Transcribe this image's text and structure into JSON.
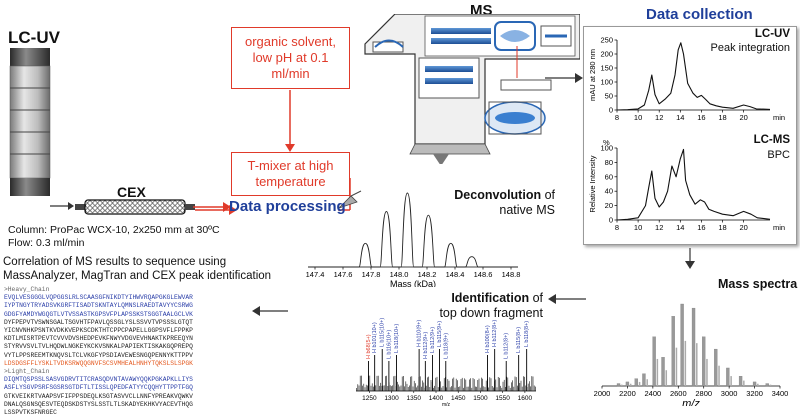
{
  "lcuv_block": {
    "title": "LC-UV",
    "column_label": "Column: ProPac WCX-10, 2x250 mm at 30ºC",
    "flow_label": "Flow: 0.3 ml/min"
  },
  "cex_label": "CEX",
  "solvent_box": "organic solvent, low pH at 0.1 ml/min",
  "tmixer_box": "T-mixer at high temperature",
  "ms_label": "MS",
  "data_collection": {
    "title": "Data collection",
    "lcuv": {
      "title": "LC-UV",
      "subtitle": "Peak integration"
    },
    "lcms": {
      "title": "LC-MS",
      "subtitle": "BPC"
    }
  },
  "mass_spectra_label": "Mass spectra",
  "data_processing": {
    "title": "Data processing"
  },
  "deconvolution": {
    "bold": "Deconvolution",
    "rest": " of",
    "line2": "native MS"
  },
  "identification": {
    "bold": "Identification",
    "rest": " of",
    "line2": "top down fragment"
  },
  "correlation": {
    "line1": "Correlation of MS results to sequence using",
    "line2": "MassAnalyzer, MagTran and CEX peak identification"
  },
  "sequence": {
    "heavy_header": ">Heavy_Chain",
    "light_header": ">Light_Chain",
    "heavy_lines": [
      "EVQLVESGGGLVQPGGSLRLSCAASGFNIKDTYIHWVRQAPGKGLEWVAR",
      "IYPTNGYTRYADSVKGRFTISADTSKNTAYLQMNSLRAEDTAVYYCSRWG",
      "GDGFYAMDYWGQGTLVTVSSASTKGPSVFPLAPSSKSTSGGTAALGCLVK",
      "DYFPEPVTVSWNSGALTSGVHTFPAVLQSSGLYSLSSVVTVPSSSLGTQT",
      "YICNVNHKPSNTKVDKKVEPKSCDKTHTCPPCPAPELLGGPSVFLFPPKP",
      "KDTLMISRTPEVTCVVVDVSHEDPEVKFNWYVDGVEVHNAKTKPREEQYN",
      "STYRVVSVLTVLHQDWLNGKEYKCKVSNKALPAPIEKTISKAKGQPREPQ",
      "VYTLPPSREEMTKNQVSLTCLVKGFYPSDIAVEWESNGQPENNYKTTPPV",
      "LDSDGSFFLYSKLTVDKSRWQQGNVFSCSVMHEALHNHYTQKSLSLSPGK"
    ],
    "light_lines": [
      "DIQMTQSPSSLSASVGDRVTITCRASQDVNTAVAWYQQKPGKAPKLLIYS",
      "ASFLYSGVPSRFSGSRSGTDFTLTISSLQPEDFATYYCQQHYTTPPTFGQ",
      "GTKVEIKRTVAAPSVFIFPPSDEQLKSGTASVVCLLNNFYPREAKVQWKV",
      "DNALQSGNSQESVTEQDSKDSTYSLSSTLTLSKADYEKHKVYACEVTHQG",
      "LSSPVTKSFNRGEC"
    ]
  },
  "chart_data": [
    {
      "type": "line",
      "title": "LC-UV",
      "xlabel": "min",
      "ylabel": "mAU at 280 nm",
      "x_ticks": [
        8,
        10,
        12,
        14,
        16,
        18,
        20
      ],
      "y_ticks": [
        0,
        50,
        100,
        150,
        200,
        250
      ],
      "xlim": [
        8,
        22.5
      ],
      "ylim": [
        0,
        250
      ],
      "x": [
        8,
        9,
        10,
        10.6,
        11.0,
        11.3,
        11.6,
        12.0,
        12.6,
        13.1,
        13.5,
        13.8,
        14.05,
        14.3,
        14.7,
        15.2,
        15.6,
        16.0,
        16.4,
        16.8,
        17.4,
        18.0,
        19.0,
        20.0,
        20.6,
        21.2,
        22.5
      ],
      "y": [
        0,
        1,
        4,
        18,
        70,
        125,
        55,
        22,
        40,
        60,
        125,
        215,
        240,
        200,
        95,
        60,
        45,
        52,
        38,
        22,
        15,
        10,
        6,
        18,
        12,
        4,
        2
      ]
    },
    {
      "type": "line",
      "title": "LC-MS",
      "xlabel": "min",
      "ylabel": "Relative Intensity",
      "y_unit": "%",
      "x_ticks": [
        8,
        10,
        12,
        14,
        16,
        18,
        20
      ],
      "y_ticks": [
        0,
        20,
        40,
        60,
        80,
        100
      ],
      "xlim": [
        8,
        22.5
      ],
      "ylim": [
        0,
        100
      ],
      "x": [
        8,
        9,
        10,
        10.7,
        11.0,
        11.3,
        11.6,
        12.0,
        12.4,
        12.8,
        13.2,
        13.6,
        14.0,
        14.3,
        14.5,
        14.9,
        15.4,
        15.9,
        16.3,
        16.7,
        17.2,
        18.0,
        19.0,
        20.0,
        20.7,
        21.3,
        22.5
      ],
      "y": [
        0,
        1,
        3,
        20,
        45,
        68,
        30,
        18,
        25,
        40,
        75,
        60,
        85,
        98,
        55,
        35,
        22,
        28,
        25,
        15,
        12,
        8,
        6,
        12,
        8,
        3,
        1
      ]
    },
    {
      "type": "bar",
      "title": "Mass spectra",
      "xlabel": "m/z",
      "x_ticks": [
        2000,
        2200,
        2400,
        2600,
        2800,
        3000,
        3200,
        3400
      ],
      "xlim": [
        2000,
        3400
      ],
      "ylim": [
        0,
        100
      ],
      "x": [
        2130,
        2200,
        2270,
        2330,
        2410,
        2480,
        2560,
        2630,
        2720,
        2800,
        2895,
        2990,
        3090,
        3200,
        3300
      ],
      "y": [
        3,
        5,
        9,
        15,
        60,
        35,
        85,
        100,
        95,
        60,
        45,
        22,
        12,
        5,
        3
      ]
    },
    {
      "type": "line",
      "title": "Deconvolution",
      "xlabel": "Mass (kDa)",
      "x_ticks": [
        147.4,
        147.6,
        147.8,
        148.0,
        148.2,
        148.4,
        148.6,
        148.8
      ],
      "xlim": [
        147.35,
        148.85
      ],
      "ylim": [
        0,
        100
      ],
      "peaks": [
        {
          "x": 147.76,
          "y": 32
        },
        {
          "x": 147.91,
          "y": 75
        },
        {
          "x": 148.06,
          "y": 100
        },
        {
          "x": 148.21,
          "y": 70
        },
        {
          "x": 148.37,
          "y": 32
        },
        {
          "x": 148.52,
          "y": 14
        }
      ]
    },
    {
      "type": "bar",
      "title": "Top down fragments",
      "xlabel": "m/z",
      "x_ticks": [
        1250,
        1300,
        1350,
        1400,
        1450,
        1500,
        1550,
        1600
      ],
      "xlim": [
        1220,
        1625
      ],
      "ylim": [
        0,
        100
      ],
      "labels": [
        {
          "text": "H b68(5+)",
          "x": 1248,
          "color": "#e03a2a"
        },
        {
          "text": "H b101(10+)",
          "x": 1262,
          "color": "#2a3ea8"
        },
        {
          "text": "L b115(10+)",
          "x": 1279,
          "color": "#2a3ea8"
        },
        {
          "text": "L b116(10+)",
          "x": 1294,
          "color": "#2a3ea8"
        },
        {
          "text": "L b118(10+)",
          "x": 1311,
          "color": "#2a3ea8"
        },
        {
          "text": "H b110(9+)",
          "x": 1362,
          "color": "#2a3ea8"
        },
        {
          "text": "H b112(9+)",
          "x": 1376,
          "color": "#2a3ea8"
        },
        {
          "text": "L b112(9+)",
          "x": 1392,
          "color": "#2a3ea8"
        },
        {
          "text": "L b115(9+)",
          "x": 1408,
          "color": "#2a3ea8"
        },
        {
          "text": "L b118(9+)",
          "x": 1422,
          "color": "#2a3ea8"
        },
        {
          "text": "H b100(8+)",
          "x": 1516,
          "color": "#2a3ea8"
        },
        {
          "text": "H b112(8+)",
          "x": 1532,
          "color": "#2a3ea8"
        },
        {
          "text": "L b112(8+)",
          "x": 1558,
          "color": "#2a3ea8"
        },
        {
          "text": "L b115(8+)",
          "x": 1586,
          "color": "#2a3ea8"
        },
        {
          "text": "L b118(8+)",
          "x": 1604,
          "color": "#2a3ea8"
        }
      ]
    }
  ],
  "colors": {
    "heading_blue": "#1f3f9a",
    "accent_red": "#e03a2a",
    "ms_blue": "#2a67b5",
    "seq_blue": "#2a3ea8",
    "seq_orange": "#e4581e"
  }
}
